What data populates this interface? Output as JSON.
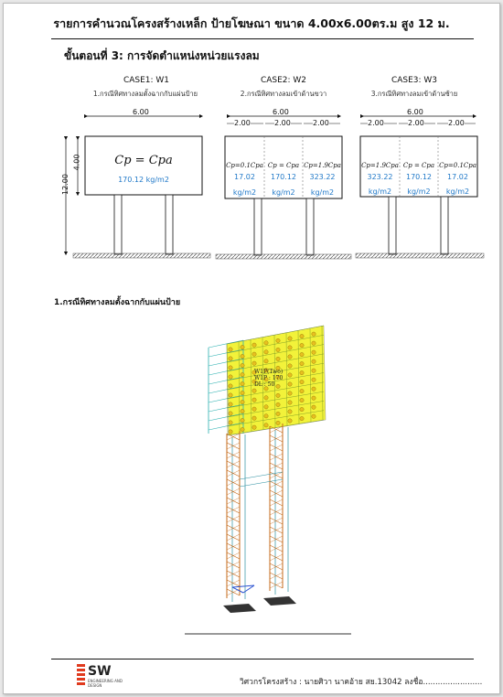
{
  "header": {
    "title": "รายการคำนวณโครงสร้างเหล็ก ป้ายโฆษณา ขนาด 4.00x6.00ตร.ม สูง 12 ม."
  },
  "step": {
    "title": "ขั้นตอนที่ 3: การจัดตำแหน่งหน่วยแรงลม"
  },
  "cases": [
    {
      "title": "CASE1: W1",
      "subtitle": "1.กรณีทิศทางลมตั้งฉากกับแผ่นป้าย"
    },
    {
      "title": "CASE2: W2",
      "subtitle": "2.กรณีทิศทางลมเข้าด้านขวา"
    },
    {
      "title": "CASE3: W3",
      "subtitle": "3.กรณีทิศทางลมเข้าด้านซ้าย"
    }
  ],
  "dims": {
    "width": "6.00",
    "height": "4.00",
    "total_height": "12.00",
    "segment": "2.00"
  },
  "case1": {
    "formula": "Cp = Cpa",
    "value": "170.12 kg/m2"
  },
  "case2": {
    "formulas": [
      "Cp=0.1Cpa",
      "Cp = Cpa",
      "Cp=1.9Cpa"
    ],
    "values": [
      "17.02",
      "170.12",
      "323.22"
    ],
    "units": [
      "kg/m2",
      "kg/m2",
      "kg/m2"
    ]
  },
  "case3": {
    "formulas": [
      "Cp=1.9Cpa",
      "Cp = Cpa",
      "Cp=0.1Cpa"
    ],
    "values": [
      "323.22",
      "170.12",
      "17.02"
    ],
    "units": [
      "kg/m2",
      "kg/m2",
      "kg/m2"
    ]
  },
  "section": {
    "title": "1.กรณีทิศทางลมตั้งฉากกับแผ่นป้าย"
  },
  "model_labels": [
    "W1P(Two)",
    "W1P : 170",
    "DL : 50"
  ],
  "footer": {
    "logo": "SW",
    "logo_sub": "ENGINEERING AND DESIGN",
    "engineer": "วิศวกรโครงสร้าง : นายศิวา นาคอ้าย สย.13042 ลงชื่อ........................"
  },
  "colors": {
    "accent_blue": "#1f78c8",
    "model_yellow": "#f2f23a",
    "model_cyan": "#2ab0b0",
    "model_orange": "#c46a1a"
  }
}
